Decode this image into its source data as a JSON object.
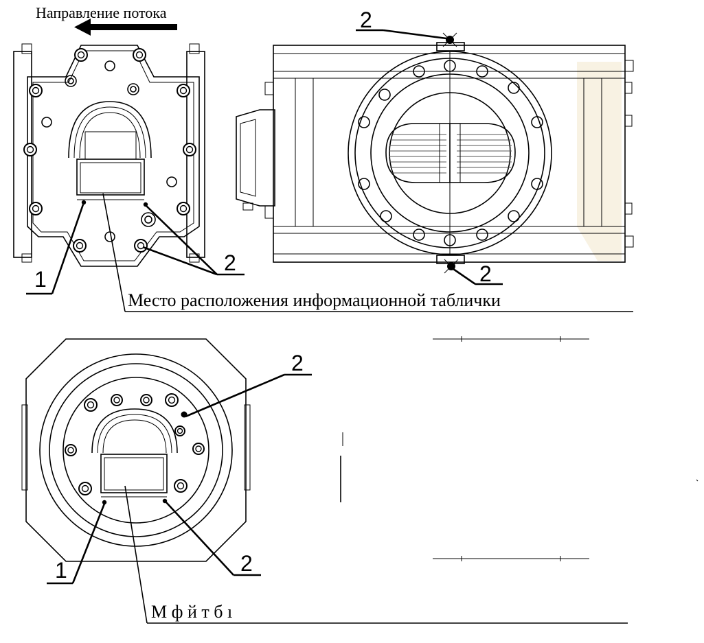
{
  "flow_direction_label": "Направление потока",
  "plate_location_label_top": "Место расположения информационной таблички",
  "plate_location_label_bottom": "М                             ф                   й т б           ı",
  "callouts": {
    "one": "1",
    "two": "2"
  },
  "colors": {
    "line": "#000000",
    "background": "#ffffff",
    "watermark": "#f2e6c8"
  }
}
